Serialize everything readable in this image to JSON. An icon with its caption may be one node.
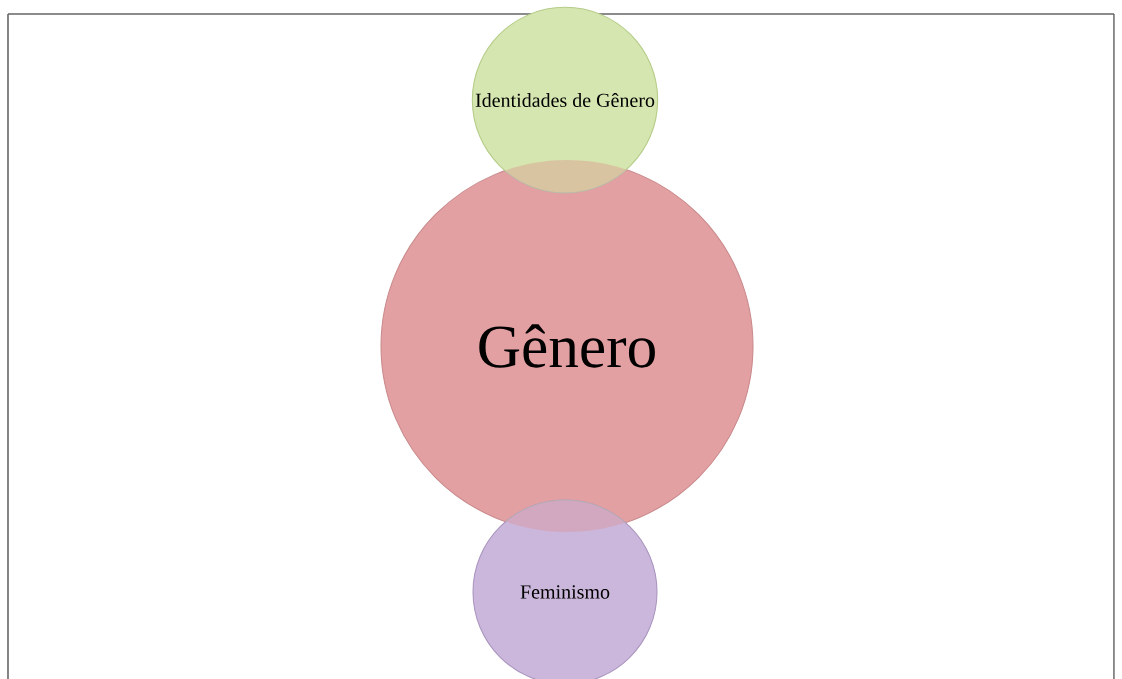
{
  "diagram": {
    "nodes": [
      {
        "text": [
          "Identidades de Gênero"
        ]
      },
      {
        "text": [
          "Gênero"
        ]
      },
      {
        "text": [
          "Feminismo"
        ]
      }
    ]
  }
}
